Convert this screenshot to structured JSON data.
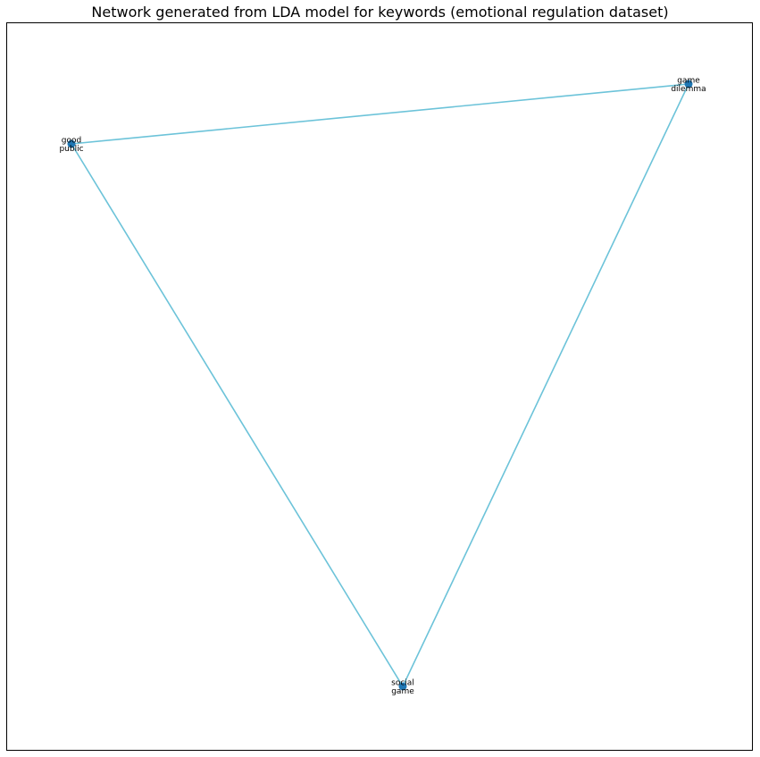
{
  "title": "Network generated from LDA model for keywords (emotional regulation dataset)",
  "colors": {
    "edge": "#6cc3d9",
    "node": "#1f77b4",
    "text": "#000000",
    "frame": "#000000",
    "background": "#ffffff"
  },
  "nodes": [
    {
      "id": "n1",
      "label_lines": [
        "good",
        "public"
      ]
    },
    {
      "id": "n2",
      "label_lines": [
        "game",
        "dilemma"
      ]
    },
    {
      "id": "n3",
      "label_lines": [
        "social",
        "game"
      ]
    }
  ],
  "edges": [
    {
      "source": "n1",
      "target": "n2"
    },
    {
      "source": "n2",
      "target": "n3"
    },
    {
      "source": "n3",
      "target": "n1"
    }
  ]
}
